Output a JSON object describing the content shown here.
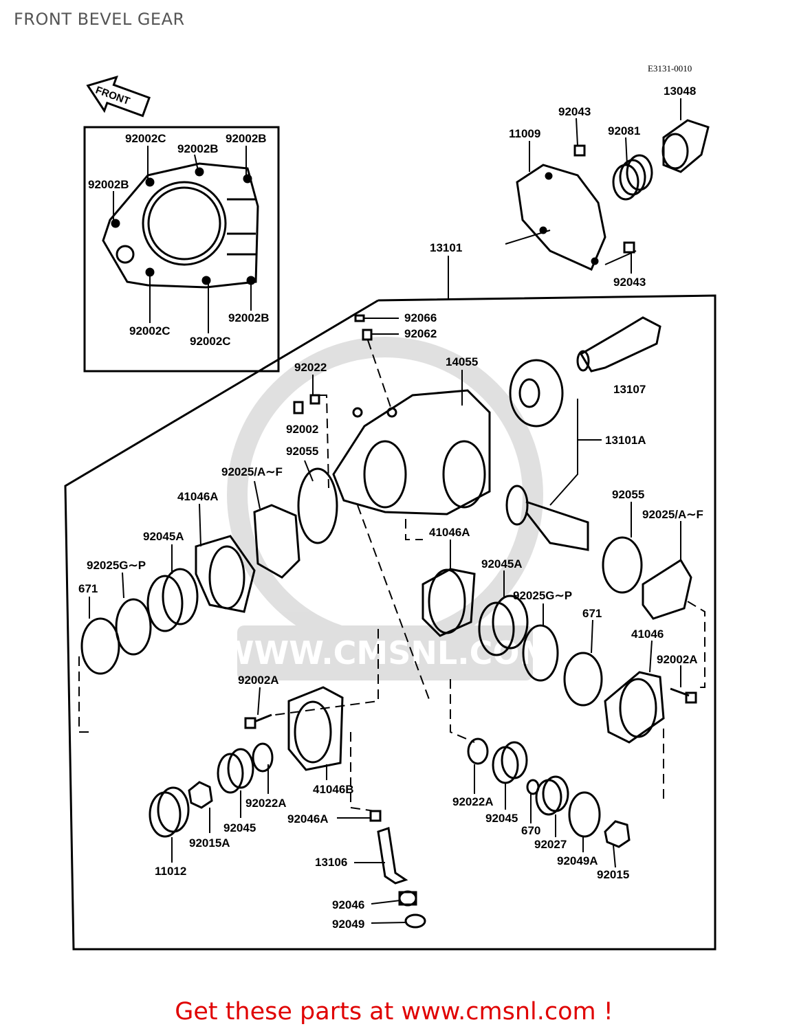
{
  "title": "FRONT BEVEL GEAR",
  "diagram_code": "E3131-0010",
  "front_arrow_label": "FRONT",
  "watermark": "WWW.CMSNL.COM",
  "footer": "Get these parts at www.cmsnl.com !",
  "labels": {
    "l13048": "13048",
    "l92043a": "92043",
    "l11009": "11009",
    "l92081": "92081",
    "l92043b": "92043",
    "l13101": "13101",
    "l92066": "92066",
    "l92062": "92062",
    "l92022": "92022",
    "l14055": "14055",
    "l13107": "13107",
    "l92002": "92002",
    "l92055a": "92055",
    "l13101a": "13101A",
    "l92025af_l": "92025/A∼F",
    "l41046a_l": "41046A",
    "l92055b": "92055",
    "l92025af_r": "92025/A∼F",
    "l92045a_l": "92045A",
    "l41046a_c": "41046A",
    "l92025gp_l": "92025G∼P",
    "l92045a_c": "92045A",
    "l671_l": "671",
    "l92025gp_c": "92025G∼P",
    "l671_r": "671",
    "l41046": "41046",
    "l92002a_l": "92002A",
    "l92002a_r": "92002A",
    "l41046b": "41046B",
    "l92022a_l": "92022A",
    "l92022a_r": "92022A",
    "l92046a": "92046A",
    "l92045_l": "92045",
    "l92045_r": "92045",
    "l670": "670",
    "l92015a": "92015A",
    "l92027": "92027",
    "l92049a": "92049A",
    "l92015": "92015",
    "l11012": "11012",
    "l13106": "13106",
    "l92046": "92046",
    "l92049": "92049",
    "i92002c_1": "92002C",
    "i92002b_1": "92002B",
    "i92002b_2": "92002B",
    "i92002b_3": "92002B",
    "i92002c_2": "92002C",
    "i92002c_3": "92002C",
    "i92002b_4": "92002B"
  }
}
